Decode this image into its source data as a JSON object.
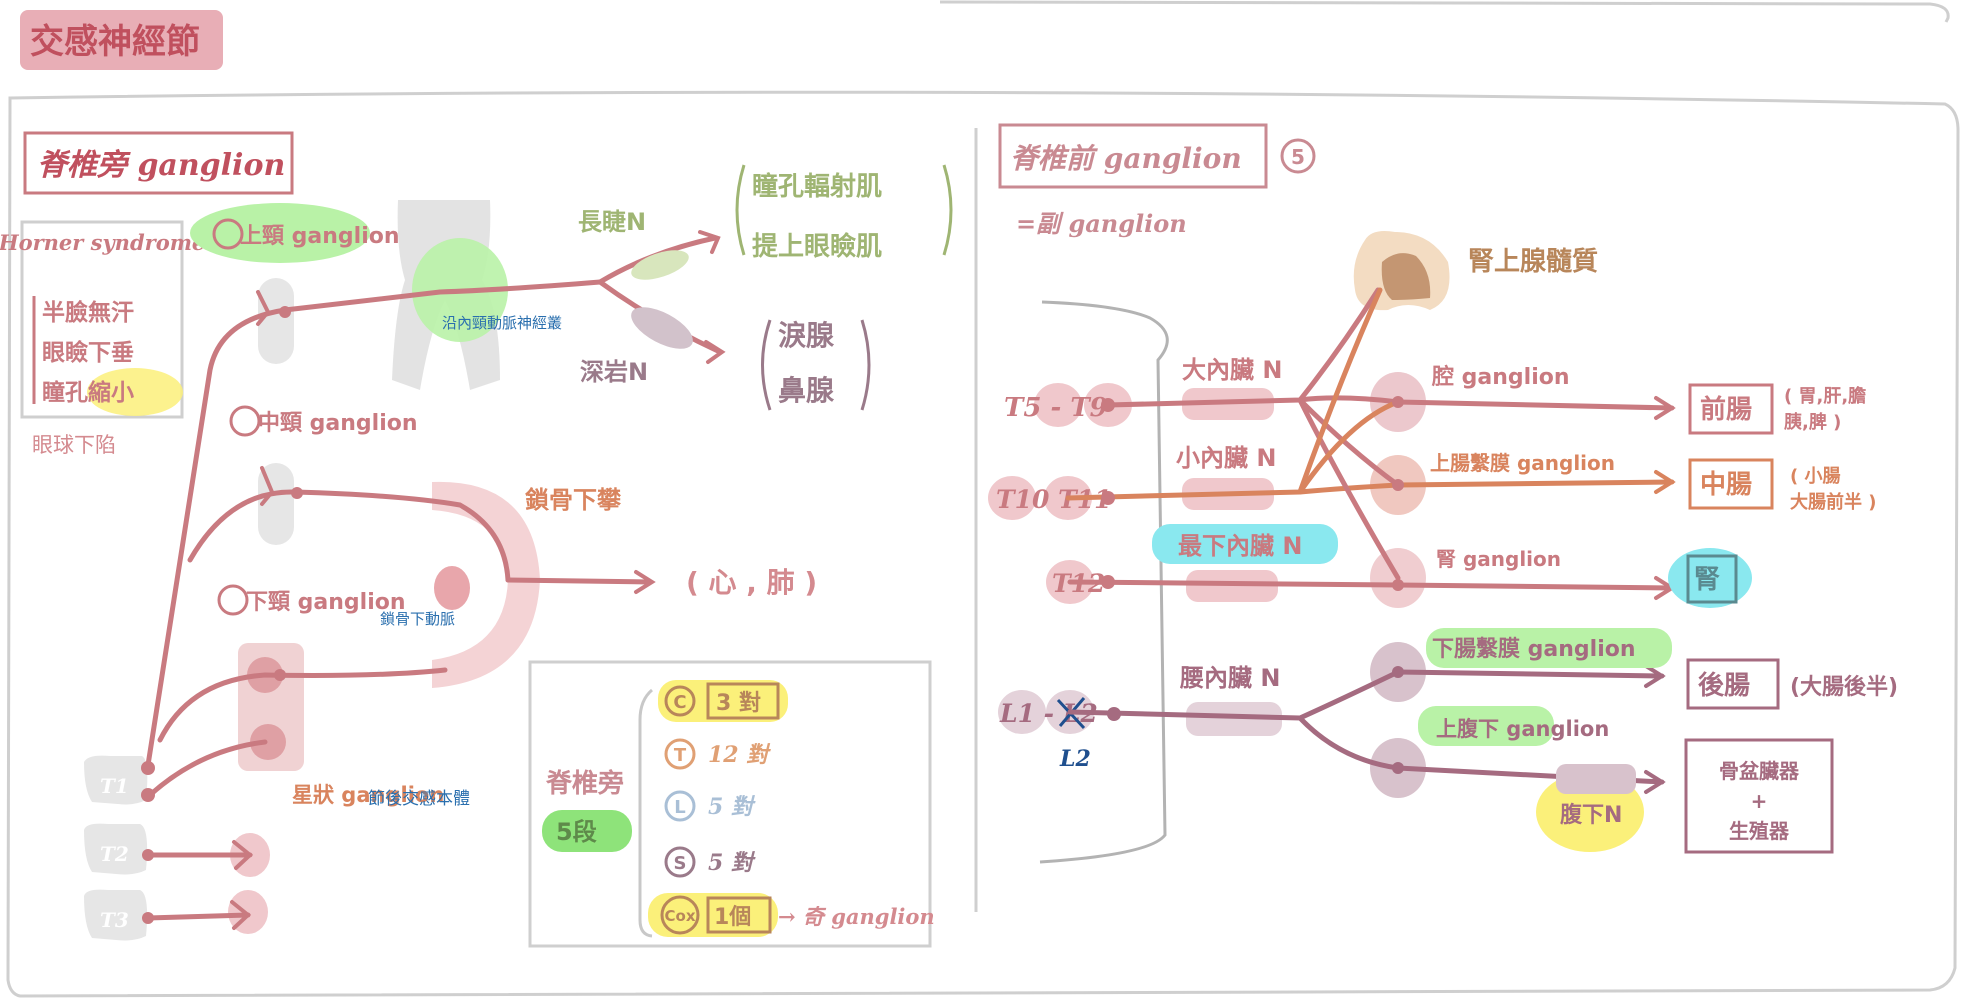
{
  "colors": {
    "nerve": "#c97a80",
    "nerve_dark": "#a56b80",
    "title_bg": "#e8aeb6",
    "title_text": "#c0505e",
    "box_border": "#c98a92",
    "frame": "#c8c8c8",
    "green_hl": "#b9f2a7",
    "yellow_hl": "#fbf07a",
    "cyan_hl": "#8ae8ef",
    "brown": "#b8865a",
    "orange": "#d9845e",
    "purple_gray": "#9a7a8a",
    "blue_text": "#2a6fae",
    "olive": "#9fb573"
  },
  "page": {
    "title": "交感神經節"
  },
  "left": {
    "heading": "脊椎旁 ganglion",
    "horner": {
      "title": "Horner syndrome",
      "items": [
        "半臉無汗",
        "眼瞼下垂",
        "瞳孔縮小"
      ],
      "note": "眼球下陷"
    },
    "ganglia": {
      "superior_cervical": "上頸 ganglion",
      "middle_cervical": "中頸 ganglion",
      "inferior_cervical": "下頸 ganglion",
      "stellate": "星狀 ganglion",
      "postganglionic_cell_body": "節後交感本體"
    },
    "spinal_labels": [
      "T1",
      "T2",
      "T3"
    ],
    "carotid_plexus": "沿內頸動脈神經叢",
    "long_ciliary": "長睫N",
    "deep_petrosal": "深岩N",
    "eye_targets": [
      "瞳孔輻射肌",
      "提上眼瞼肌"
    ],
    "gland_targets": [
      "淚腺",
      "鼻腺"
    ],
    "subclavian_loop": "鎖骨下攀",
    "subclavian_artery": "鎖骨下動脈",
    "heart_lung": "( 心 , 肺 )",
    "counts": {
      "label": "脊椎旁",
      "segments": "5段",
      "rows": [
        {
          "letter": "C",
          "count": "3 對"
        },
        {
          "letter": "T",
          "count": "12 對"
        },
        {
          "letter": "L",
          "count": "5 對"
        },
        {
          "letter": "S",
          "count": "5 對"
        },
        {
          "letter": "Cox",
          "count": "1個",
          "suffix": "→ 奇 ganglion"
        }
      ]
    }
  },
  "right": {
    "heading": "脊椎前 ganglion",
    "heading_count": "5",
    "subheading": "=副 ganglion",
    "adrenal_medulla": "腎上腺髓質",
    "spinal_levels": [
      "T5 - T9",
      "T10 T11",
      "T12",
      "L1 - L2"
    ],
    "l2_note": "L2",
    "nerves": [
      "大內臟 N",
      "小內臟 N",
      "最下內臟 N",
      "腰內臟 N"
    ],
    "ganglia": [
      "腔 ganglion",
      "上腸繫膜 ganglion",
      "腎 ganglion",
      "下腸繫膜 ganglion",
      "上腹下 ganglion"
    ],
    "hypogastric_n": "腹下N",
    "targets": [
      "前腸",
      "中腸",
      "腎",
      "後腸",
      "骨盆臟器 + 生殖器"
    ],
    "target_notes": [
      "( 胃,肝,膽 胰,脾 )",
      "( 小腸 大腸前半 )",
      "(大腸後半)"
    ]
  }
}
